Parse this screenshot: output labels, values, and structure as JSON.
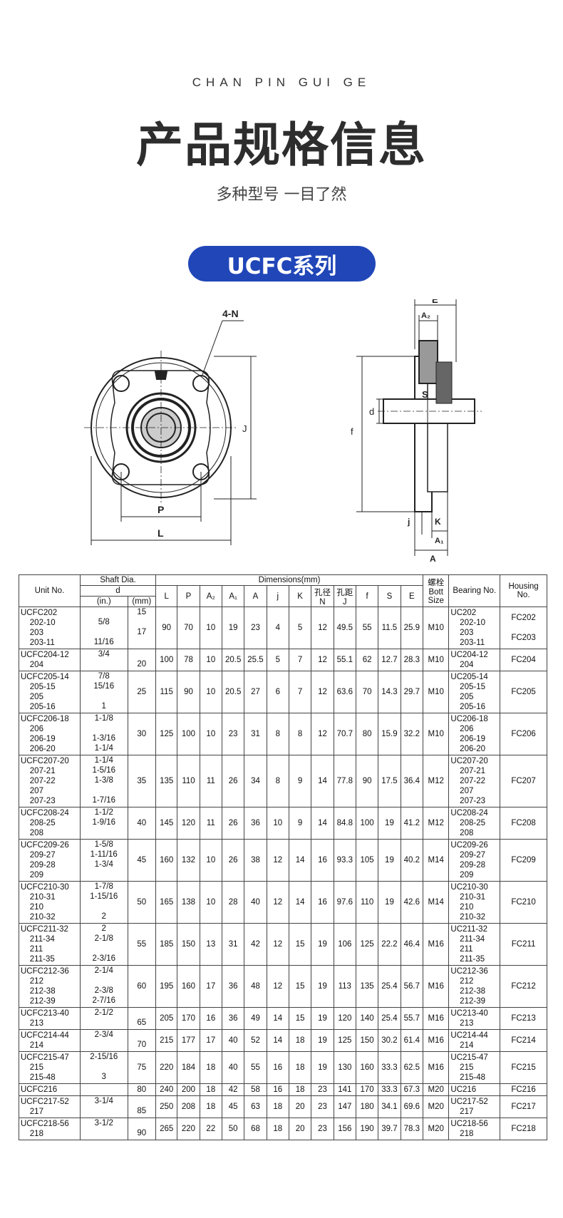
{
  "header": {
    "en": "CHAN PIN GUI GE",
    "title": "产品规格信息",
    "subtitle": "多种型号 一目了然",
    "series": "UCFC系列"
  },
  "drawing": {
    "front": {
      "label_4n": "4-N",
      "label_j": "J",
      "label_p": "P",
      "label_l": "L"
    },
    "side": {
      "label_e": "E",
      "label_a2": "A₂",
      "label_s": "S",
      "label_d": "d",
      "label_f": "f",
      "label_j": "j",
      "label_k": "K",
      "label_a1": "A₁",
      "label_a": "A"
    }
  },
  "table": {
    "h_unit": "Unit No.",
    "h_shaft": "Shaft Dia.",
    "h_d": "d",
    "h_in": "(in.)",
    "h_mm": "(mm)",
    "h_dims": "Dimensions(mm)",
    "h_L": "L",
    "h_P": "P",
    "h_A2": "A₂",
    "h_A1": "A₁",
    "h_A": "A",
    "h_j": "j",
    "h_K": "K",
    "h_N_cn": "孔径",
    "h_N": "N",
    "h_J_cn": "孔距",
    "h_J": "J",
    "h_f": "f",
    "h_S": "S",
    "h_E": "E",
    "h_bolt_cn": "螺栓",
    "h_bolt_en1": "Bott",
    "h_bolt_en2": "Size",
    "h_bearing": "Bearing No.",
    "h_housing": "Housing No.",
    "rows": [
      {
        "units": "UCFC202\n    202-10\n    203\n    203-11",
        "inch": "\n5/8\n\n11/16",
        "mm": "15\n\n17",
        "L": "90",
        "P": "70",
        "A2": "10",
        "A1": "19",
        "A": "23",
        "j": "4",
        "K": "5",
        "N": "12",
        "J": "49.5",
        "f": "55",
        "S": "11.5",
        "E": "25.9",
        "bolt": "M10",
        "bearing": "UC202\n    202-10\n    203\n    203-11",
        "housing": "FC202\n\nFC203",
        "lines": 4
      },
      {
        "units": "UCFC204-12\n    204",
        "inch": "3/4\n",
        "mm": "\n20",
        "L": "100",
        "P": "78",
        "A2": "10",
        "A1": "20.5",
        "A": "25.5",
        "j": "5",
        "K": "7",
        "N": "12",
        "J": "55.1",
        "f": "62",
        "S": "12.7",
        "E": "28.3",
        "bolt": "M10",
        "bearing": "UC204-12\n    204",
        "housing": "FC204",
        "lines": 2
      },
      {
        "units": "UCFC205-14\n    205-15\n    205\n    205-16",
        "inch": "7/8\n15/16\n\n1",
        "mm": "25",
        "L": "115",
        "P": "90",
        "A2": "10",
        "A1": "20.5",
        "A": "27",
        "j": "6",
        "K": "7",
        "N": "12",
        "J": "63.6",
        "f": "70",
        "S": "14.3",
        "E": "29.7",
        "bolt": "M10",
        "bearing": "UC205-14\n    205-15\n    205\n    205-16",
        "housing": "FC205",
        "lines": 4
      },
      {
        "units": "UCFC206-18\n    206\n    206-19\n    206-20",
        "inch": "1-1/8\n\n1-3/16\n1-1/4",
        "mm": "30",
        "L": "125",
        "P": "100",
        "A2": "10",
        "A1": "23",
        "A": "31",
        "j": "8",
        "K": "8",
        "N": "12",
        "J": "70.7",
        "f": "80",
        "S": "15.9",
        "E": "32.2",
        "bolt": "M10",
        "bearing": "UC206-18\n    206\n    206-19\n    206-20",
        "housing": "FC206",
        "lines": 4
      },
      {
        "units": "UCFC207-20\n    207-21\n    207-22\n    207\n    207-23",
        "inch": "1-1/4\n1-5/16\n1-3/8\n\n1-7/16",
        "mm": "35",
        "L": "135",
        "P": "110",
        "A2": "11",
        "A1": "26",
        "A": "34",
        "j": "8",
        "K": "9",
        "N": "14",
        "J": "77.8",
        "f": "90",
        "S": "17.5",
        "E": "36.4",
        "bolt": "M12",
        "bearing": "UC207-20\n    207-21\n    207-22\n    207\n    207-23",
        "housing": "FC207",
        "lines": 5
      },
      {
        "units": "UCFC208-24\n    208-25\n    208",
        "inch": "1-1/2\n1-9/16\n",
        "mm": "40",
        "L": "145",
        "P": "120",
        "A2": "11",
        "A1": "26",
        "A": "36",
        "j": "10",
        "K": "9",
        "N": "14",
        "J": "84.8",
        "f": "100",
        "S": "19",
        "E": "41.2",
        "bolt": "M12",
        "bearing": "UC208-24\n    208-25\n    208",
        "housing": "FC208",
        "lines": 3
      },
      {
        "units": "UCFC209-26\n    209-27\n    209-28\n    209",
        "inch": "1-5/8\n1-11/16\n1-3/4\n",
        "mm": "45",
        "L": "160",
        "P": "132",
        "A2": "10",
        "A1": "26",
        "A": "38",
        "j": "12",
        "K": "14",
        "N": "16",
        "J": "93.3",
        "f": "105",
        "S": "19",
        "E": "40.2",
        "bolt": "M14",
        "bearing": "UC209-26\n    209-27\n    209-28\n    209",
        "housing": "FC209",
        "lines": 4
      },
      {
        "units": "UCFC210-30\n    210-31\n    210\n    210-32",
        "inch": "1-7/8\n1-15/16\n\n2",
        "mm": "50",
        "L": "165",
        "P": "138",
        "A2": "10",
        "A1": "28",
        "A": "40",
        "j": "12",
        "K": "14",
        "N": "16",
        "J": "97.6",
        "f": "110",
        "S": "19",
        "E": "42.6",
        "bolt": "M14",
        "bearing": "UC210-30\n    210-31\n    210\n    210-32",
        "housing": "FC210",
        "lines": 4
      },
      {
        "units": "UCFC211-32\n    211-34\n    211\n    211-35",
        "inch": "2\n2-1/8\n\n2-3/16",
        "mm": "55",
        "L": "185",
        "P": "150",
        "A2": "13",
        "A1": "31",
        "A": "42",
        "j": "12",
        "K": "15",
        "N": "19",
        "J": "106",
        "f": "125",
        "S": "22.2",
        "E": "46.4",
        "bolt": "M16",
        "bearing": "UC211-32\n    211-34\n    211\n    211-35",
        "housing": "FC211",
        "lines": 4
      },
      {
        "units": "UCFC212-36\n    212\n    212-38\n    212-39",
        "inch": "2-1/4\n\n2-3/8\n2-7/16",
        "mm": "60",
        "L": "195",
        "P": "160",
        "A2": "17",
        "A1": "36",
        "A": "48",
        "j": "12",
        "K": "15",
        "N": "19",
        "J": "113",
        "f": "135",
        "S": "25.4",
        "E": "56.7",
        "bolt": "M16",
        "bearing": "UC212-36\n    212\n    212-38\n    212-39",
        "housing": "FC212",
        "lines": 4
      },
      {
        "units": "UCFC213-40\n    213",
        "inch": "2-1/2\n",
        "mm": "\n65",
        "L": "205",
        "P": "170",
        "A2": "16",
        "A1": "36",
        "A": "49",
        "j": "14",
        "K": "15",
        "N": "19",
        "J": "120",
        "f": "140",
        "S": "25.4",
        "E": "55.7",
        "bolt": "M16",
        "bearing": "UC213-40\n    213",
        "housing": "FC213",
        "lines": 2
      },
      {
        "units": "UCFC214-44\n    214",
        "inch": "2-3/4\n",
        "mm": "\n70",
        "L": "215",
        "P": "177",
        "A2": "17",
        "A1": "40",
        "A": "52",
        "j": "14",
        "K": "18",
        "N": "19",
        "J": "125",
        "f": "150",
        "S": "30.2",
        "E": "61.4",
        "bolt": "M16",
        "bearing": "UC214-44\n    214",
        "housing": "FC214",
        "lines": 2
      },
      {
        "units": "UCFC215-47\n    215\n    215-48",
        "inch": "2-15/16\n\n3",
        "mm": "75",
        "L": "220",
        "P": "184",
        "A2": "18",
        "A1": "40",
        "A": "55",
        "j": "16",
        "K": "18",
        "N": "19",
        "J": "130",
        "f": "160",
        "S": "33.3",
        "E": "62.5",
        "bolt": "M16",
        "bearing": "UC215-47\n    215\n    215-48",
        "housing": "FC215",
        "lines": 3
      },
      {
        "units": "UCFC216",
        "inch": "",
        "mm": "80",
        "L": "240",
        "P": "200",
        "A2": "18",
        "A1": "42",
        "A": "58",
        "j": "16",
        "K": "18",
        "N": "23",
        "J": "141",
        "f": "170",
        "S": "33.3",
        "E": "67.3",
        "bolt": "M20",
        "bearing": "UC216",
        "housing": "FC216",
        "lines": 1
      },
      {
        "units": "UCFC217-52\n    217",
        "inch": "3-1/4\n",
        "mm": "\n85",
        "L": "250",
        "P": "208",
        "A2": "18",
        "A1": "45",
        "A": "63",
        "j": "18",
        "K": "20",
        "N": "23",
        "J": "147",
        "f": "180",
        "S": "34.1",
        "E": "69.6",
        "bolt": "M20",
        "bearing": "UC217-52\n    217",
        "housing": "FC217",
        "lines": 2
      },
      {
        "units": "UCFC218-56\n    218",
        "inch": "3-1/2\n",
        "mm": "\n90",
        "L": "265",
        "P": "220",
        "A2": "22",
        "A1": "50",
        "A": "68",
        "j": "18",
        "K": "20",
        "N": "23",
        "J": "156",
        "f": "190",
        "S": "39.7",
        "E": "78.3",
        "bolt": "M20",
        "bearing": "UC218-56\n    218",
        "housing": "FC218",
        "lines": 2
      }
    ]
  }
}
